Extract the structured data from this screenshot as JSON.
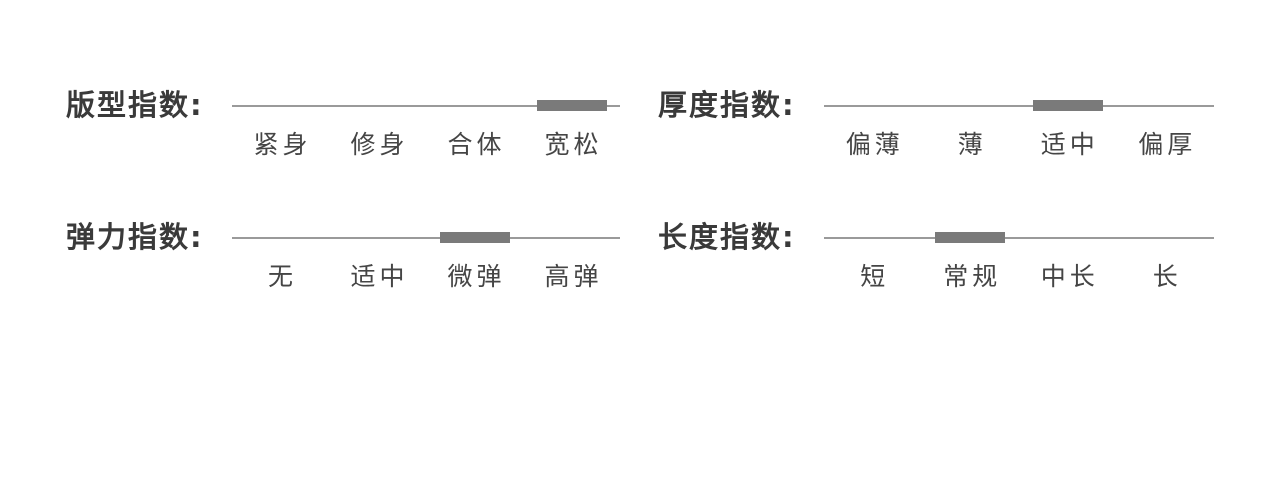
{
  "indicators": [
    {
      "id": "fit",
      "label": "版型指数:",
      "options": [
        "紧身",
        "修身",
        "合体",
        "宽松"
      ],
      "selected_index": 3
    },
    {
      "id": "thickness",
      "label": "厚度指数:",
      "options": [
        "偏薄",
        "薄",
        "适中",
        "偏厚"
      ],
      "selected_index": 2
    },
    {
      "id": "elasticity",
      "label": "弹力指数:",
      "options": [
        "无",
        "适中",
        "微弹",
        "高弹"
      ],
      "selected_index": 2
    },
    {
      "id": "length",
      "label": "长度指数:",
      "options": [
        "短",
        "常规",
        "中长",
        "长"
      ],
      "selected_index": 1
    }
  ]
}
